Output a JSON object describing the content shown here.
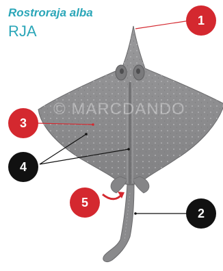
{
  "title": {
    "species": "Rostroraja alba",
    "code": "RJA"
  },
  "watermark": "© MARCDANDO",
  "callouts": [
    {
      "label": "1",
      "color": "#d4282f"
    },
    {
      "label": "2",
      "color": "#111111"
    },
    {
      "label": "3",
      "color": "#d4282f"
    },
    {
      "label": "4",
      "color": "#111111"
    },
    {
      "label": "5",
      "color": "#d4282f"
    }
  ],
  "colors": {
    "accent": "#2aa6b8",
    "body": "#8f8f90",
    "red": "#d4282f",
    "black": "#111111"
  }
}
